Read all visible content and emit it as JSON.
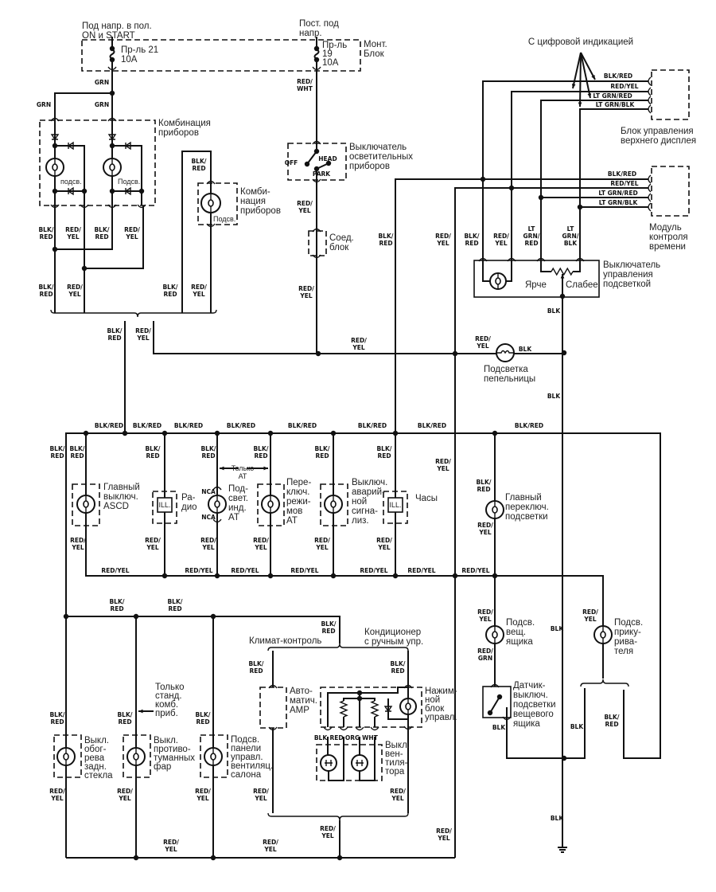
{
  "wire_codes": {
    "grn": "GRN",
    "blk_red": "BLK/RED",
    "red_yel": "RED/YEL",
    "red_wht": "RED/WHT",
    "lt_grn_red": "LT GRN/RED",
    "lt_grn_blk": "LT GRN/BLK",
    "blk": "BLK",
    "red_grn": "RED/GRN",
    "red": "RED",
    "org": "ORG",
    "wht": "WHT",
    "nca": "NCA"
  },
  "labels": {
    "power_on_start": [
      "Под напр. в пол.",
      "ON и START"
    ],
    "power_const": [
      "Пост. под",
      "напр."
    ],
    "fuse21": [
      "Пр-ль 21",
      "10A"
    ],
    "fuse19": [
      "Пр-ль",
      "19",
      "10A"
    ],
    "fuse_box": [
      "Монт.",
      "Блок"
    ],
    "instrument_cluster": [
      "Комбинация",
      "приборов"
    ],
    "illum_1": "подсв.",
    "illum_2": "Подсв.",
    "illum_3": "Подсв.",
    "instrument_cluster_2": [
      "Комби-",
      "нация",
      "приборов"
    ],
    "light_switch": [
      "Выключатель",
      "осветительных",
      "приборов"
    ],
    "switch_off": "OFF",
    "switch_head": "HEAD",
    "switch_park": "PARK",
    "joint_block": [
      "Соед.",
      "блок"
    ],
    "digital_display_note": "С цифровой индикацией",
    "upper_display": [
      "Блок управления",
      "верхнего дисплея"
    ],
    "clock_module": [
      "Модуль",
      "контроля",
      "времени"
    ],
    "dimmer": [
      "Выключатель",
      "управления",
      "подсветкой"
    ],
    "brighter": "Ярче",
    "dimmer_less": "Слабее",
    "ashtray": [
      "Подсветка",
      "пепельницы"
    ],
    "ascd": [
      "Главный",
      "выключ.",
      "ASCD"
    ],
    "radio": [
      "Ра-",
      "дио"
    ],
    "ill": "ILL.",
    "at_indicator": [
      "Под-",
      "свет.",
      "инд.",
      "AT"
    ],
    "at_only": [
      "Только",
      "AT"
    ],
    "shift": [
      "Пере-",
      "ключ.",
      "режи-",
      "мов",
      "AT"
    ],
    "hazard": [
      "Выключ.",
      "аварий-",
      "ной",
      "сигна-",
      "лиз."
    ],
    "clock": "Часы",
    "main_dimmer": [
      "Главный",
      "переключ.",
      "подсветки"
    ],
    "glove_light": [
      "Подсв.",
      "вещ.",
      "ящика"
    ],
    "glove_switch": [
      "Датчик-",
      "выключ.",
      "подсветки",
      "вещевого",
      "ящика"
    ],
    "lighter": [
      "Подсв.",
      "прику-",
      "рива-",
      "теля"
    ],
    "defrost": [
      "Выкл.",
      "обог-",
      "рева",
      "задн.",
      "стекла"
    ],
    "fog": [
      "Выкл.",
      "противо-",
      "туманных",
      "фар"
    ],
    "std_only": [
      "Только",
      "станд.",
      "комб.",
      "приб."
    ],
    "vent_panel": [
      "Подсв.",
      "панели",
      "управл.",
      "вентиляц.",
      "салона"
    ],
    "climate": "Климат-контроль",
    "manual_ac": [
      "Кондиционер",
      "с ручным упр."
    ],
    "amp": [
      "Авто-",
      "матич.",
      "AMP"
    ],
    "push_block": [
      "Нажим-",
      "ной",
      "блок",
      "управл."
    ],
    "fan_switch": [
      "Выкл.",
      "вен-",
      "тиля-",
      "тора"
    ]
  }
}
